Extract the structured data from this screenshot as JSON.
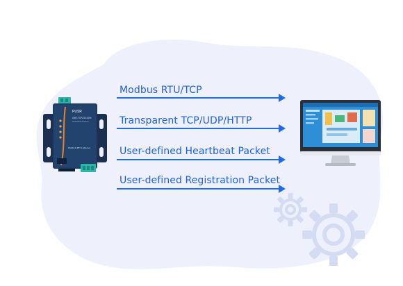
{
  "protocols": [
    {
      "label": "Modbus RTU/TCP"
    },
    {
      "label": "Transparent TCP/UDP/HTTP"
    },
    {
      "label": "User-defined Heartbeat Packet"
    },
    {
      "label": "User-defined Registration Packet"
    }
  ],
  "device": {
    "brand": "PUSR",
    "model": "USR-TCP232-410s",
    "subtitle": "Serial Device Server",
    "bottom_text": "RS232 & 485 To Ethernet"
  },
  "colors": {
    "accent": "#1e6bf0",
    "label": "#1f5fe0",
    "background_blob": "#eef1fb",
    "gear": "#d3dcf3",
    "device_body": "#1f3a63",
    "terminal": "#2bb5a8"
  },
  "icons": {
    "large_gear": "gear-icon",
    "small_gear": "gear-icon"
  }
}
